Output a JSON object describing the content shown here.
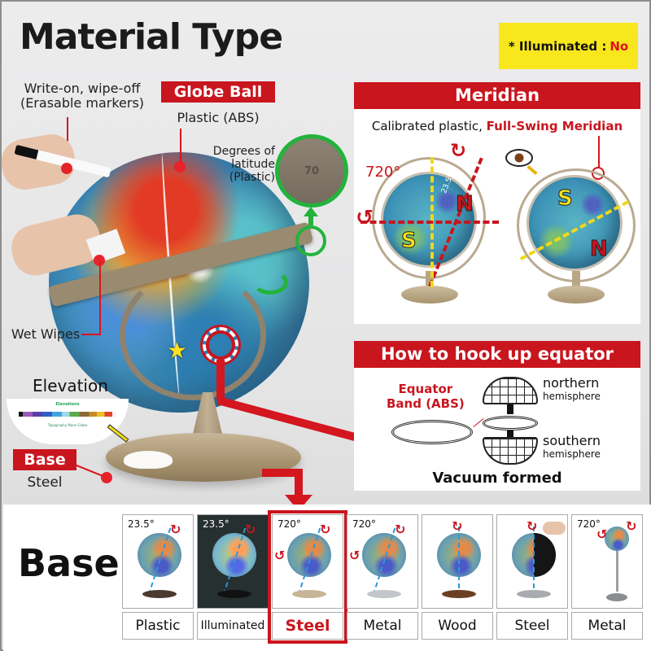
{
  "title": "Material Type",
  "illuminated_badge": {
    "label": "* Illuminated :",
    "value": "No",
    "bg_color": "#f8e71c",
    "value_color": "#e0111b"
  },
  "colors": {
    "accent_red": "#c9151e",
    "green": "#23b33c",
    "yellow": "#f8e71c",
    "background": "#e9e9ea"
  },
  "annotations": {
    "write_on": {
      "line1": "Write-on, wipe-off",
      "line2": "(Erasable markers)"
    },
    "globe_ball": {
      "tag": "Globe Ball",
      "material": "Plastic (ABS)"
    },
    "latitude": {
      "line1": "Degrees of",
      "line2": "latitude",
      "line3": "(Plastic)",
      "zoom_value": "70"
    },
    "wet_wipes": "Wet Wipes",
    "elevation": {
      "title": "Elevation",
      "card_title": "Elevations",
      "card_footer": "Topography Moon Globe"
    },
    "base": {
      "tag": "Base",
      "material": "Steel"
    }
  },
  "meridian_panel": {
    "header": "Meridian",
    "subtitle_plain": "Calibrated plastic, ",
    "subtitle_highlight": "Full-Swing Meridian",
    "rotation_label": "720°",
    "tilt_label": "23.5°",
    "pole_n": "N",
    "pole_s": "S"
  },
  "equator_panel": {
    "header": "How to hook up equator",
    "band_line1": "Equator",
    "band_line2": "Band (ABS)",
    "northern": {
      "main": "northern",
      "sub": "hemisphere"
    },
    "southern": {
      "main": "southern",
      "sub": "hemisphere"
    },
    "footer": "Vacuum formed"
  },
  "base_strip": {
    "title": "Base",
    "options": [
      {
        "name": "Plastic",
        "angle": "23.5°",
        "selected": false
      },
      {
        "name": "Illuminated",
        "angle": "23.5°",
        "selected": false
      },
      {
        "name": "Steel",
        "angle": "720°",
        "selected": true
      },
      {
        "name": "Metal",
        "angle": "720°",
        "selected": false
      },
      {
        "name": "Wood",
        "angle": "",
        "selected": false
      },
      {
        "name": "Steel",
        "angle": "",
        "selected": false
      },
      {
        "name": "Metal",
        "angle": "720°",
        "selected": false
      }
    ]
  }
}
